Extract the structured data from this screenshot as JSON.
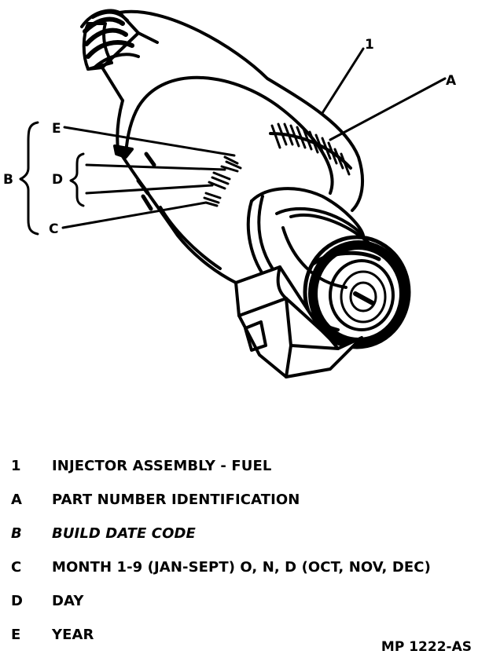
{
  "figure": {
    "callouts": {
      "one": "1",
      "a": "A",
      "b": "B",
      "c": "C",
      "d": "D",
      "e": "E"
    }
  },
  "legend": [
    {
      "key": "1",
      "text": "INJECTOR ASSEMBLY - FUEL",
      "italic": false
    },
    {
      "key": "A",
      "text": "PART NUMBER IDENTIFICATION",
      "italic": false
    },
    {
      "key": "B",
      "text": "BUILD DATE CODE",
      "italic": true
    },
    {
      "key": "C",
      "text": "MONTH 1-9 (JAN-SEPT) O, N, D (OCT, NOV, DEC)",
      "italic": false
    },
    {
      "key": "D",
      "text": "DAY",
      "italic": false
    },
    {
      "key": "E",
      "text": "YEAR",
      "italic": false
    }
  ],
  "figure_id": "MP 1222-AS"
}
